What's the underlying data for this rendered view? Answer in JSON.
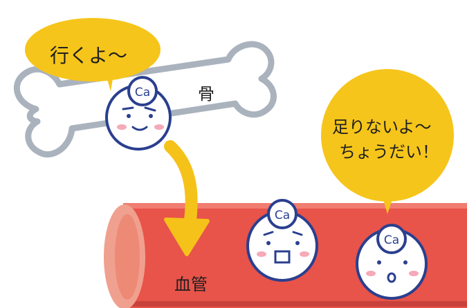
{
  "labels": {
    "bubble_left": "行くよ〜",
    "bubble_right_line1": "足りないよ〜",
    "bubble_right_line2": "ちょうだい！",
    "bone": "骨",
    "blood_vessel": "血管"
  },
  "characters": [
    {
      "id": "ca-in-bone",
      "badge": "Ca",
      "expression": "smiling"
    },
    {
      "id": "ca-in-vessel-1",
      "badge": "Ca",
      "expression": "surprised"
    },
    {
      "id": "ca-in-vessel-2",
      "badge": "Ca",
      "expression": "small-o"
    }
  ],
  "colors": {
    "bubble": "#f6c51b",
    "arrow": "#f5c21a",
    "vessel": "#e8534a",
    "vessel_dark": "#c8423b",
    "vessel_opening": "#f08c78",
    "bone_outline": "#aab3bd",
    "character_outline": "#2a3f8f",
    "cheek": "#f6a9b8"
  }
}
